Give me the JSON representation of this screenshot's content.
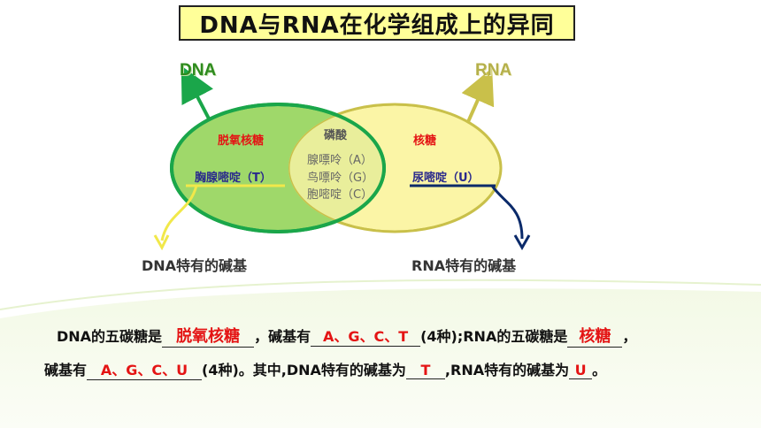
{
  "title": "DNA与RNA在化学组成上的异同",
  "diagram": {
    "dna_tag": "DNA",
    "rna_tag": "RNA",
    "dna_sugar": "脱氧核糖",
    "dna_base": "胸腺嘧啶（T）",
    "shared_title": "磷酸",
    "shared_bases": [
      "腺嘌呤（A）",
      "鸟嘌呤（G）",
      "胞嘧啶（C）"
    ],
    "rna_sugar": "核糖",
    "rna_base": "尿嘧啶（U）",
    "dna_caption": "DNA特有的碱基",
    "rna_caption": "RNA特有的碱基"
  },
  "paragraph": {
    "l1_a": "DNA的五碳糖是",
    "l1_blank1": "脱氧核糖",
    "l1_b": "，碱基有",
    "l1_blank2": "A、G、C、T",
    "l1_c": "(4种);RNA的五碳糖是",
    "l1_blank3": "核糖",
    "l1_d": "，",
    "l2_a": "碱基有",
    "l2_blank1": "A、G、C、U",
    "l2_b": "(4种)。其中,DNA特有的碱基为",
    "l2_blank2": "T",
    "l2_c": ",RNA特有的碱基为",
    "l2_blank3": "U",
    "l2_d": "。"
  },
  "colors": {
    "dna_fill": "#9fd86a",
    "dna_stroke": "#1aa64a",
    "rna_fill": "#fbf5a6",
    "rna_stroke": "#c9c04a",
    "answer_red": "#e41414",
    "title_bg": "#ffff99"
  }
}
